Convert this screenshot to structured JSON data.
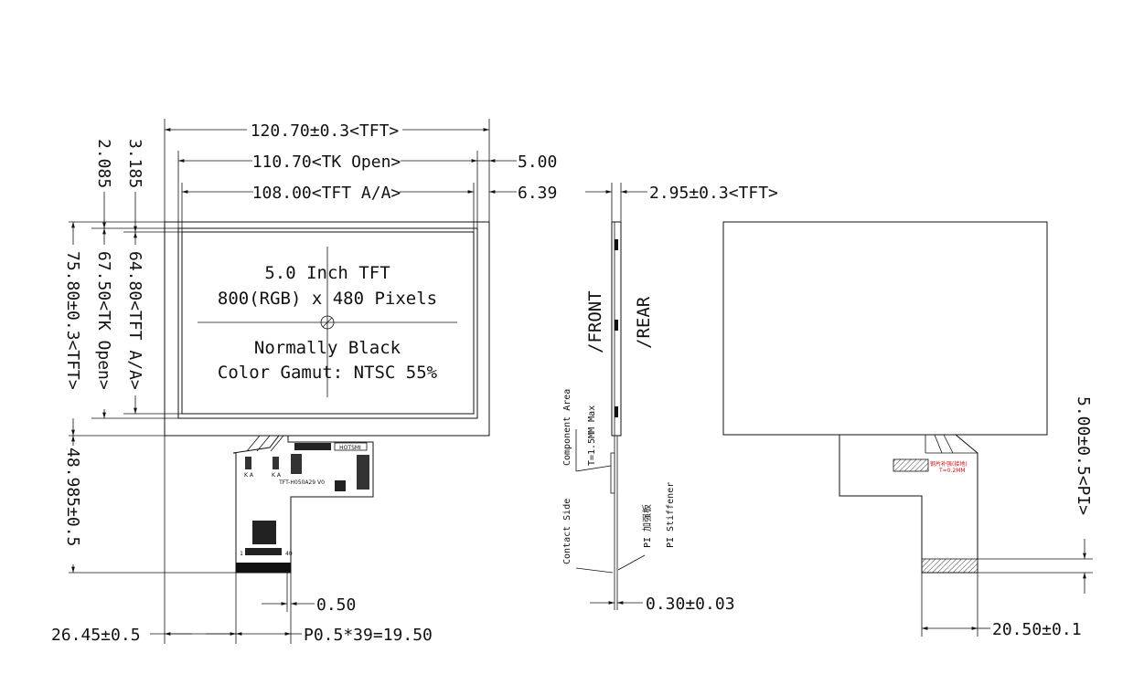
{
  "front_view": {
    "dim_total_width": "120.70±0.3<TFT>",
    "dim_tk_open_width": "110.70<TK Open>",
    "dim_aa_width": "108.00<TFT A/A>",
    "dim_right_5": "5.00",
    "dim_right_639": "6.39",
    "dim_left_3185": "3.185",
    "dim_left_2085": "2.085",
    "dim_aa_height": "64.80<TFT A/A>",
    "dim_tk_open_height": "67.50<TK Open>",
    "dim_total_height": "75.80±0.3<TFT>",
    "dim_fpc_length": "48.985±0.5",
    "dim_pin_width": "0.50",
    "dim_fpc_offset": "26.45±0.5",
    "dim_pitch": "P0.5*39=19.50",
    "panel_line1": "5.0 Inch TFT",
    "panel_line2": "800(RGB) x 480 Pixels",
    "panel_line3": "Normally Black",
    "panel_line4": "Color Gamut: NTSC 55%",
    "fpc_model": "TFT-H050A29 V0",
    "fpc_brand": "HOTSMI",
    "fpc_ka1": "K A",
    "fpc_ka2": "K A",
    "fpc_pin1": "1",
    "fpc_pin40": "40"
  },
  "side_view": {
    "dim_thickness": "2.95±0.3<TFT>",
    "label_front": "/FRONT",
    "label_rear": "/REAR",
    "component_area": "Component Area",
    "component_t": "T=1.5MM Max",
    "contact_side": "Contact Side",
    "pi_stiffener_cn": "PI 加强板",
    "pi_stiffener": "PI Stiffener",
    "dim_fpc_thick": "0.30±0.03"
  },
  "rear_view": {
    "dim_pi_length": "5.00±0.5<PI>",
    "dim_pi_width": "20.50±0.1",
    "pad_note1": "钢片补强(接地)",
    "pad_note2": "T=0.2MM"
  },
  "colors": {
    "line": "#111111",
    "red_note": "#d01010"
  }
}
